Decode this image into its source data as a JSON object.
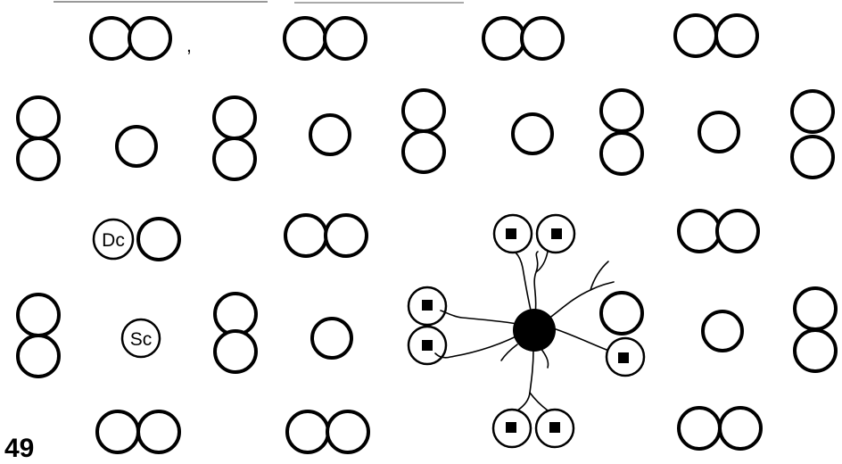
{
  "figure": {
    "number": "49",
    "labels": {
      "dc": "Dc",
      "sc": "Sc"
    },
    "colors": {
      "ink": "#000000",
      "paper": "#ffffff"
    }
  }
}
